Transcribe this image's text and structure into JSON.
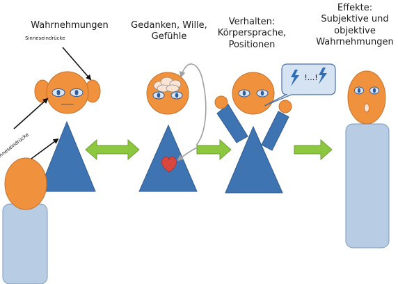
{
  "labels": {
    "stage1_title": "Wahrnehmungen",
    "stage2_title_1": "Gedanken, Wille,",
    "stage2_title_2": "Gefühle",
    "stage3_title_1": "Verhalten:",
    "stage3_title_2": "Körpersprache,",
    "stage3_title_3": "Positionen",
    "stage4_title_1": "Effekte:",
    "stage4_title_2": "Subjektive und",
    "stage4_title_3": "objektive",
    "stage4_title_4": "Wahrnehmungen",
    "senses_upper": "Sinneseindrücke",
    "senses_lower": "Sinneseindrücke",
    "speech_text": "!...!"
  },
  "colors": {
    "skin": "#F0923D",
    "skin_stroke": "#C4702A",
    "body_blue": "#3F74B3",
    "body_blue_stroke": "#2E5A8E",
    "light_blue": "#B8CCE4",
    "light_blue_stroke": "#7A99C2",
    "arrow_green": "#8DC63F",
    "arrow_green_stroke": "#6E9E2F",
    "eye_white": "#DDE6F2",
    "eye_iris": "#2F5E9E",
    "heart": "#D9463E",
    "cloud": "#FBE4D3",
    "bubble": "#D6E3F2",
    "bubble_stroke": "#4A6FA5",
    "lightning": "#2F6DB5",
    "gray_line": "#A0A0A0"
  }
}
